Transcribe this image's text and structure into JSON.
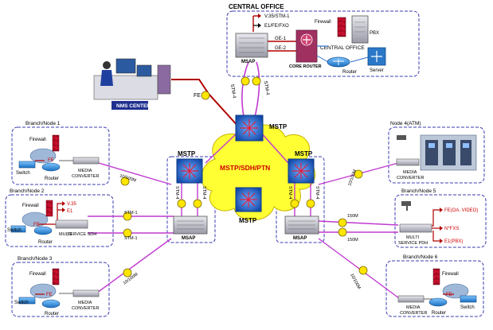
{
  "labels": {
    "central_office_title": "CENTRAL OFFICE",
    "central_office_inner": "CENTRAL OFFICE",
    "v35_stm1": "V.35/STM-1",
    "e1_fe_fxo": "E1/FE/FXO",
    "ge1": "GE-1",
    "ge2": "GE-2",
    "firewall": "Firewall",
    "pbx": "PBX",
    "core_router": "CORE ROUTER",
    "router": "Router",
    "server": "Server",
    "msap": "MSAP",
    "nms_center": "NMS CENTER",
    "fe": "FE",
    "stm4": "STM-4",
    "mstp": "MSTP",
    "cloud_label": "MSTP/SDH/PTN",
    "branch1": "Branch/Node 1",
    "branch2": "Branch/Node 2",
    "branch3": "Branch/Node 3",
    "node4": "Node 4(ATM)",
    "branch5": "Branch/Node 5",
    "branch6": "Branch/Node 6",
    "switch": "Switch",
    "media": "MEDIA",
    "converter": "CONVERTER",
    "media_converter": "MEDIA CONVERTER",
    "multi": "MULTI",
    "service_sdh": "SERVICE SDH",
    "service_pdh": "SERVICE PDH",
    "rate_10_100m": "10/100M",
    "stm1": "STM-1",
    "rate_150m": "150M",
    "v35": "V.35",
    "e1": "E1",
    "fe_oa_video": "FE(OA. VIDEO)",
    "n_fxs": "N*FXS",
    "e1_pbx": "E1(PBX)"
  },
  "colors": {
    "box_border": "#3b3bb0",
    "link_magenta": "#c03ad0",
    "link_red": "#b00000",
    "cloud": "#ffff33",
    "mstp_blue": "#1f5fc9",
    "text_red": "#d10000"
  }
}
